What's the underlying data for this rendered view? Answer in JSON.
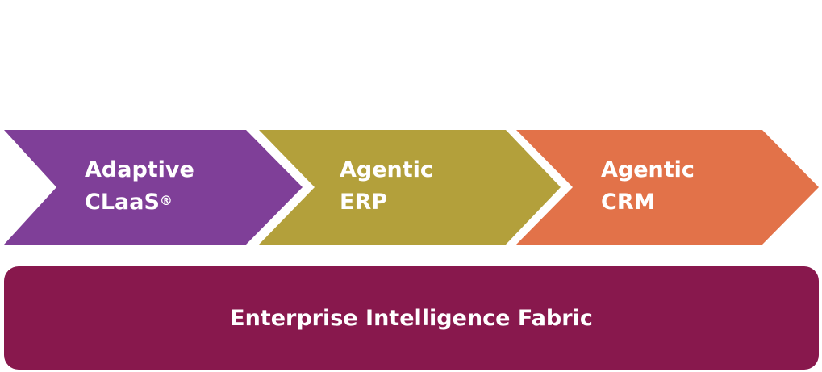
{
  "chevrons": [
    {
      "line1": "Adaptive",
      "line2": "CLaaS",
      "mark": "®",
      "color": "#7F3F98"
    },
    {
      "line1": "Agentic",
      "line2": "ERP",
      "color": "#B3A03B"
    },
    {
      "line1": "Agentic",
      "line2": "CRM",
      "color": "#E27249"
    }
  ],
  "fabric": {
    "label": "Enterprise Intelligence Fabric",
    "color": "#88184D"
  }
}
